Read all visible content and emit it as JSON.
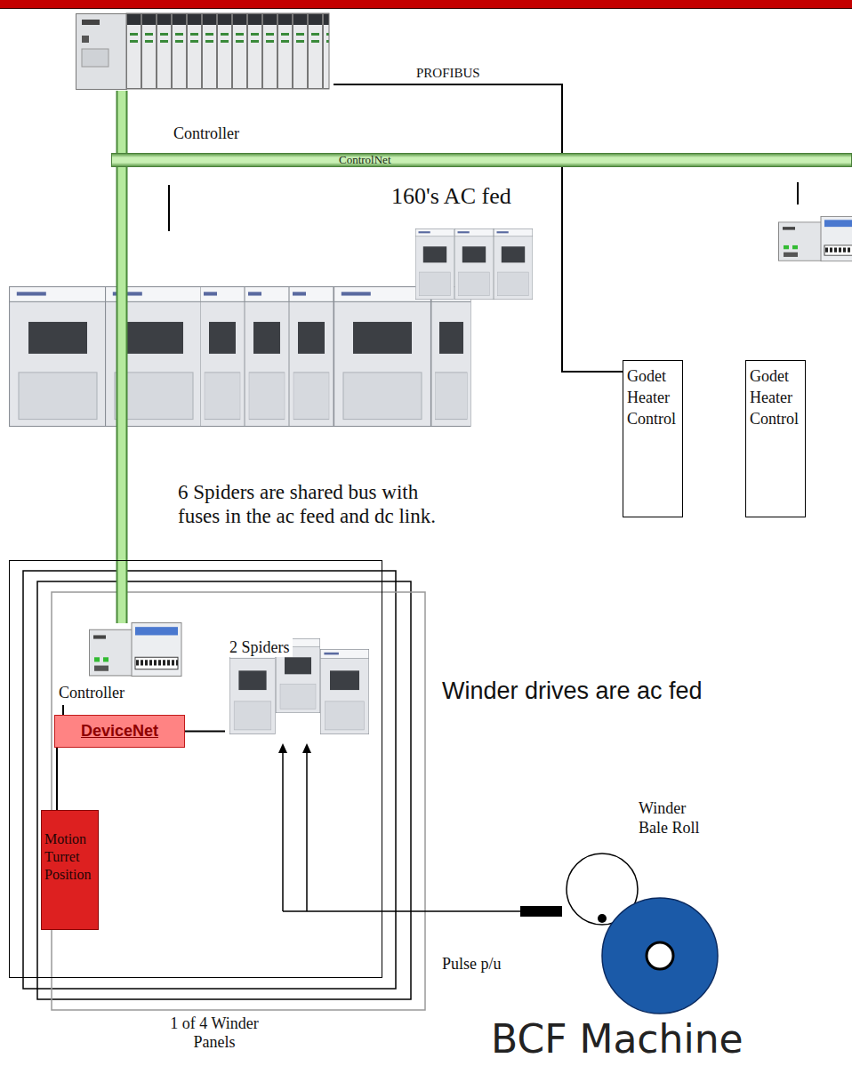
{
  "diagram": {
    "title": "BCF Machine",
    "nodes": [
      {
        "text": [
          "Controller"
        ]
      },
      {
        "text": [
          "ControlNet"
        ]
      },
      {
        "text": [
          "Godet Heater Control"
        ]
      },
      {
        "text": [
          "Godet Heater Control"
        ]
      },
      {
        "text": [
          "1 of 4 Winder Panels"
        ]
      },
      {
        "text": [
          "Controller"
        ],
        "in": 4
      },
      {
        "text": [
          "DeviceNet"
        ],
        "in": 4
      },
      {
        "text": [
          "Motion Turret Position"
        ],
        "in": 4
      },
      {
        "text": [
          "2 Spiders"
        ],
        "in": 4
      }
    ],
    "edges": [
      {
        "from": 0,
        "to": 2,
        "arrow": "none",
        "label": "PROFIBUS"
      },
      {
        "from": 0,
        "to": 5,
        "arrow": "none"
      },
      {
        "from": 5,
        "to": 6,
        "arrow": "none"
      },
      {
        "from": 6,
        "to": 8,
        "arrow": "none"
      },
      {
        "from": 6,
        "to": 7,
        "arrow": "none"
      }
    ],
    "labels": [
      "160's AC fed",
      "6 Spiders are shared bus with fuses in the ac feed and dc link.",
      "Winder drives are ac fed",
      "Winder Bale Roll",
      "Pulse p/u"
    ]
  }
}
